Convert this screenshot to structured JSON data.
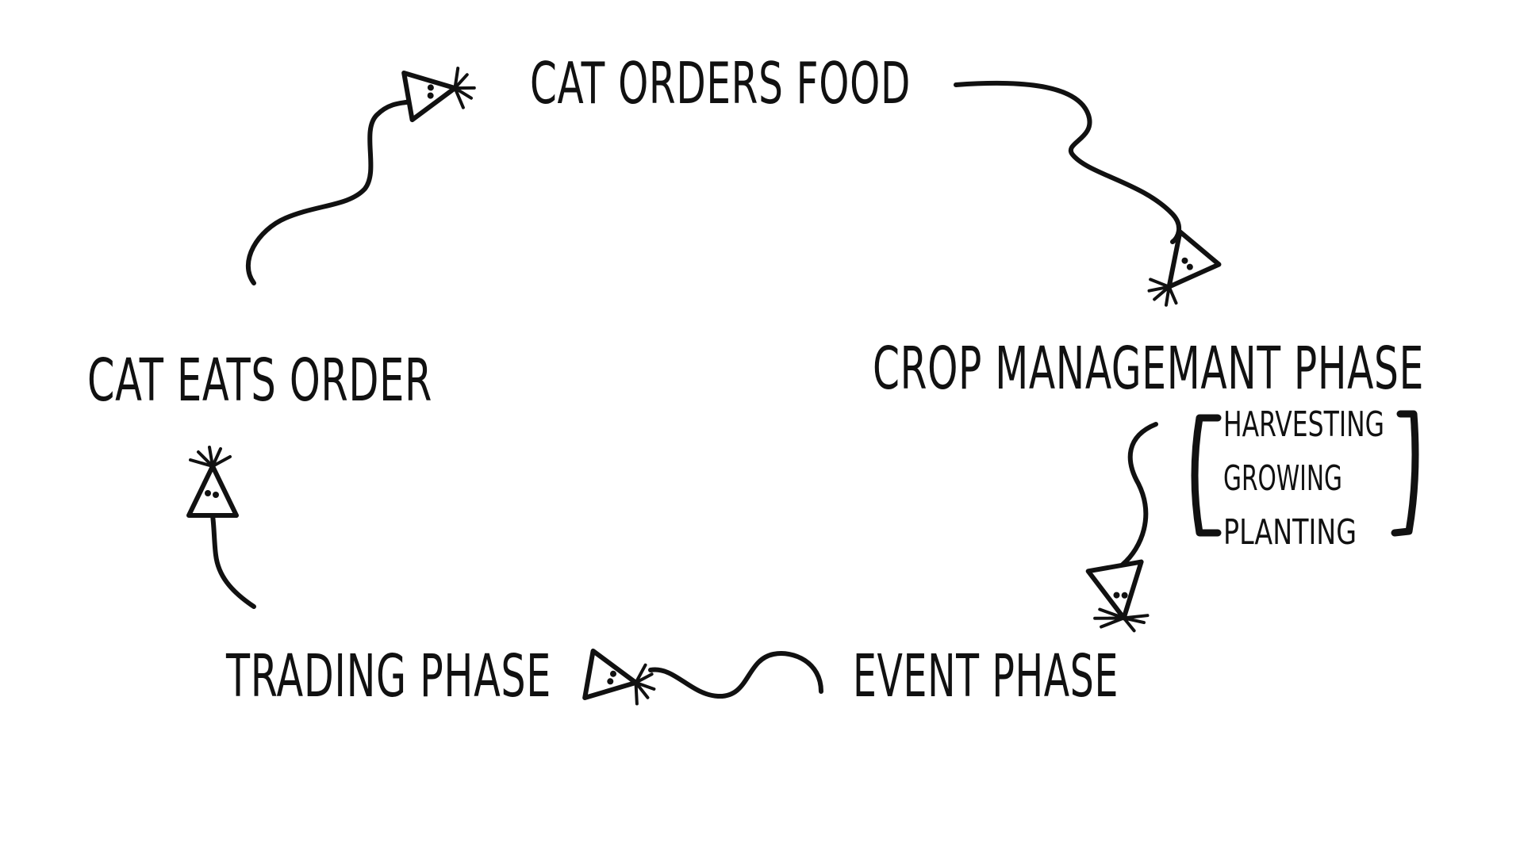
{
  "diagram": {
    "nodes": {
      "cat_orders_food": "CAT ORDERS FOOD",
      "crop_management_phase": "CROP MANAGEMANT PHASE",
      "event_phase": "EVENT PHASE",
      "trading_phase": "TRADING PHASE",
      "cat_eats_order": "CAT EATS ORDER"
    },
    "crop_substeps": [
      "HARVESTING",
      "GROWING",
      "PLANTING"
    ],
    "edges": [
      {
        "from": "CAT ORDERS FOOD",
        "to": "CROP MANAGEMANT PHASE"
      },
      {
        "from": "CROP MANAGEMANT PHASE",
        "to": "EVENT PHASE"
      },
      {
        "from": "EVENT PHASE",
        "to": "TRADING PHASE"
      },
      {
        "from": "TRADING PHASE",
        "to": "CAT EATS ORDER"
      },
      {
        "from": "CAT EATS ORDER",
        "to": "CAT ORDERS FOOD"
      }
    ],
    "colors": {
      "ink": "#111111",
      "background": "#ffffff"
    },
    "arrowhead_style": "mouse-head-triangle"
  }
}
